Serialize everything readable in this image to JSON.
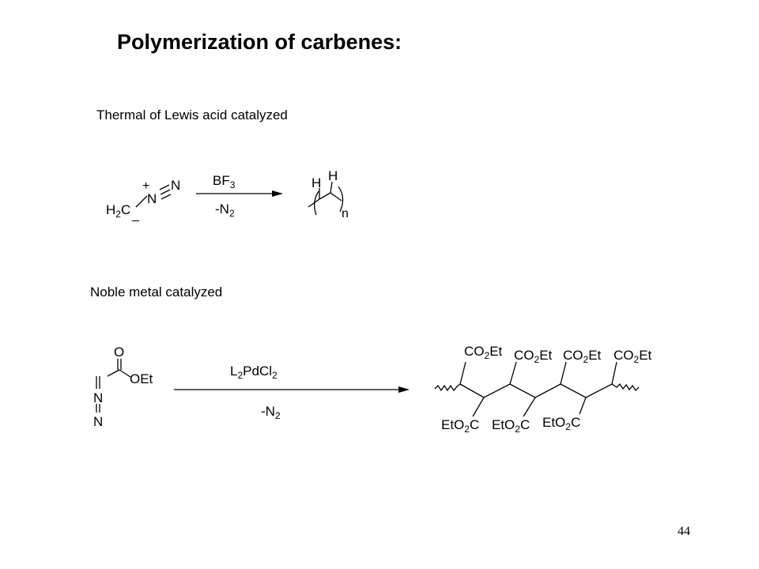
{
  "slide": {
    "title": "Polymerization of carbenes:",
    "page_number": "44"
  },
  "scheme1": {
    "heading": "Thermal of Lewis acid catalyzed",
    "reactant": {
      "h2c": "H",
      "h2c_sub": "2",
      "h2c_c": "C",
      "n1": "N",
      "n2": "N",
      "plus": "+",
      "minus": "_"
    },
    "reagent_top": {
      "main": "BF",
      "sub": "3"
    },
    "reagent_bottom": {
      "main": "-N",
      "sub": "2"
    },
    "product": {
      "h_left": "H",
      "h_right": "H",
      "n": "n"
    }
  },
  "scheme2": {
    "heading": "Noble metal catalyzed",
    "reactant": {
      "o": "O",
      "oet": "OEt",
      "n1": "N",
      "n2": "N"
    },
    "reagent_top": {
      "pre": "L",
      "sub1": "2",
      "post": "PdCl",
      "sub2": "2"
    },
    "reagent_bottom": {
      "main": "-N",
      "sub": "2"
    },
    "product": {
      "top_labels": [
        {
          "a": "CO",
          "sub": "2",
          "b": "Et"
        },
        {
          "a": "CO",
          "sub": "2",
          "b": "Et"
        },
        {
          "a": "CO",
          "sub": "2",
          "b": "Et"
        },
        {
          "a": "CO",
          "sub": "2",
          "b": "Et"
        }
      ],
      "bottom_labels": [
        {
          "a": "EtO",
          "sub": "2",
          "b": "C"
        },
        {
          "a": "EtO",
          "sub": "2",
          "b": "C"
        },
        {
          "a": "EtO",
          "sub": "2",
          "b": "C"
        }
      ]
    }
  }
}
